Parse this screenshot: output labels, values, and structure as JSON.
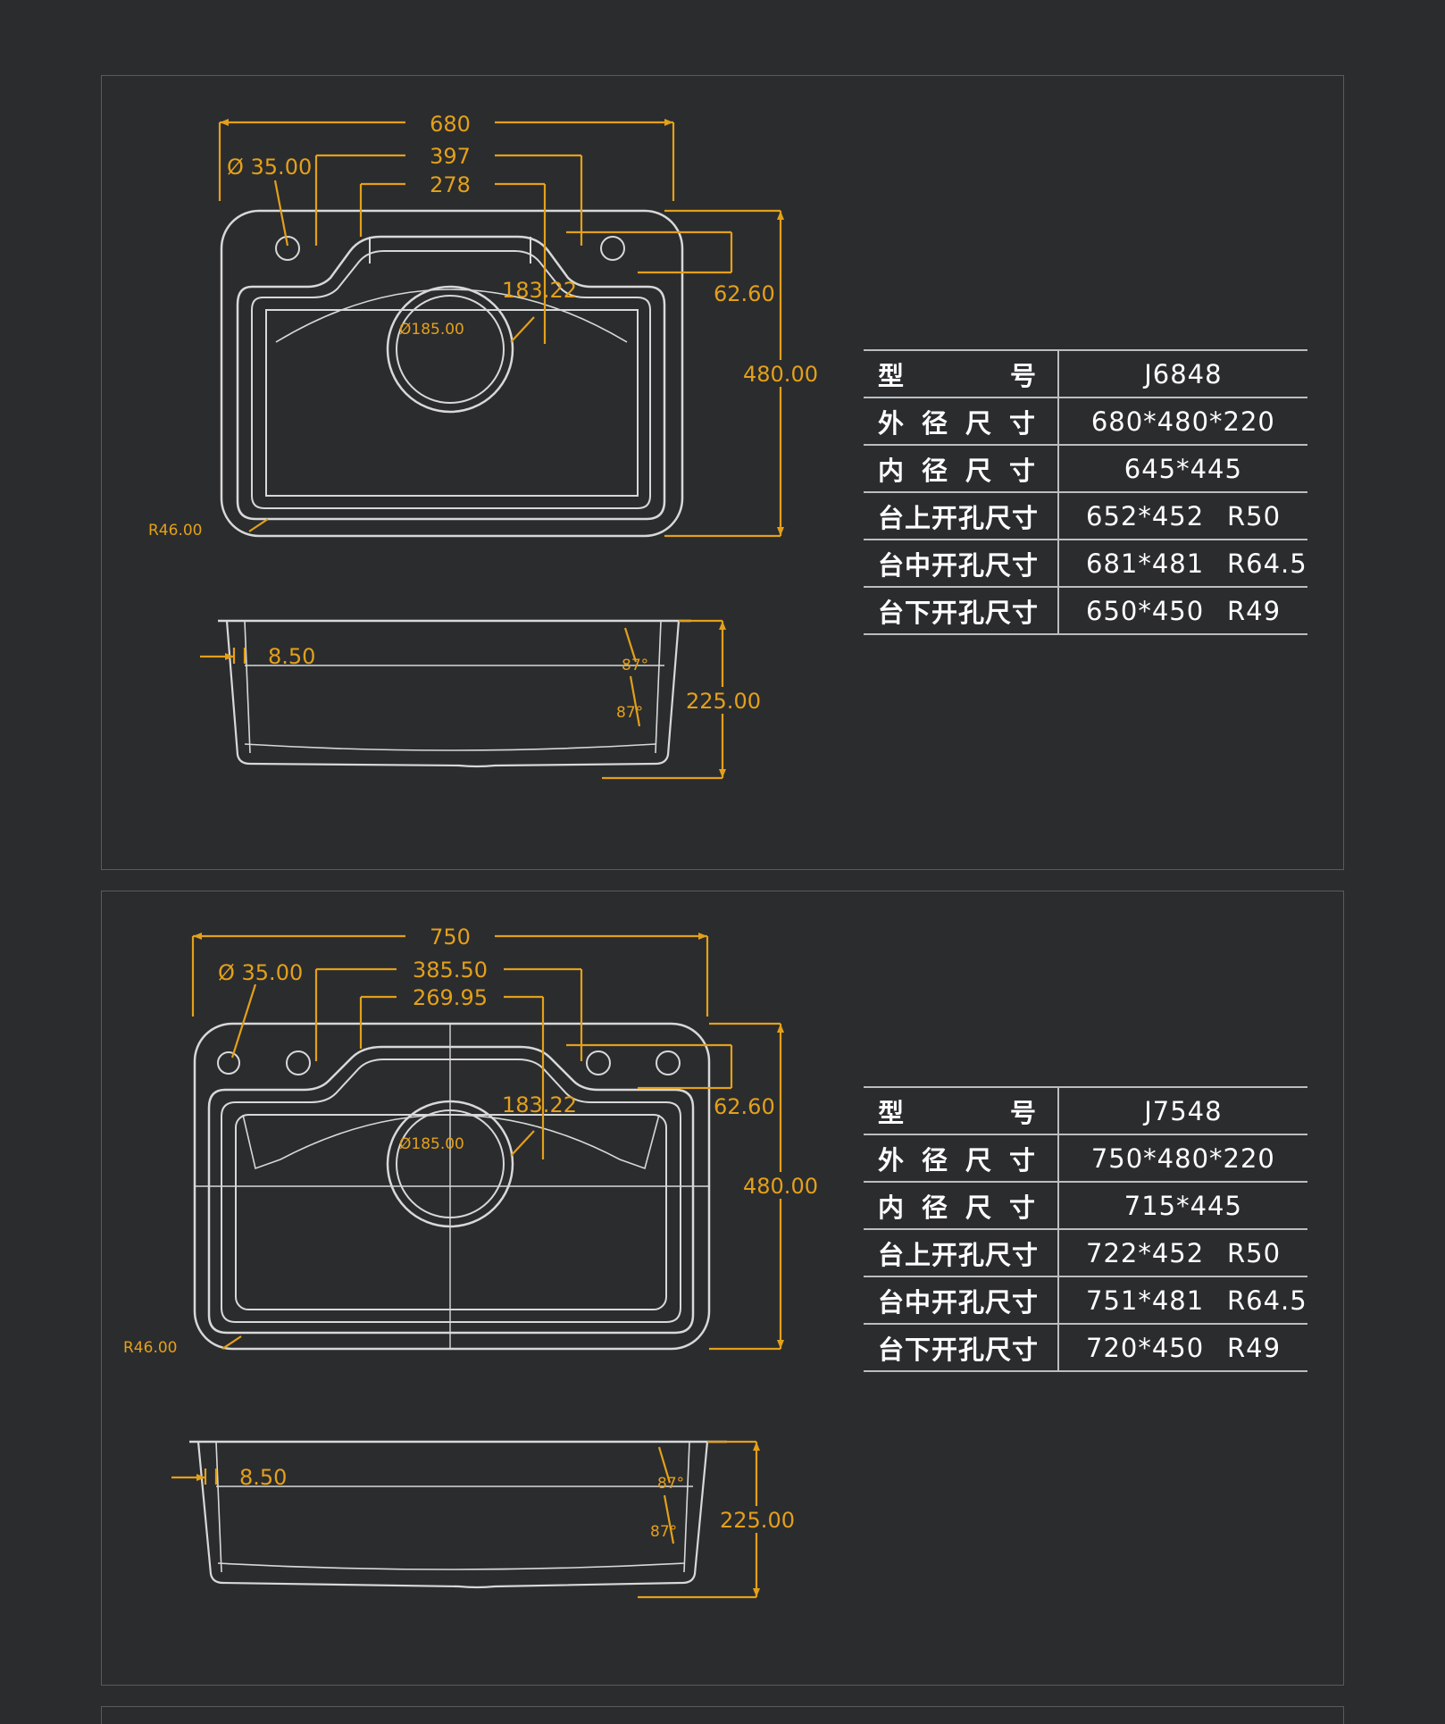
{
  "colors": {
    "background": "#2b2c2e",
    "dimension": "#e3a01a",
    "outline": "#d8d8d8",
    "text": "#ffffff"
  },
  "products": [
    {
      "dims": {
        "overall_width": "680",
        "holes_span": "397",
        "inner_span": "278",
        "tap_hole": "Ø 35.00",
        "drain": "Ø185.00",
        "shelf_depth": "183.22",
        "back_ledge": "62.60",
        "overall_depth": "480.00",
        "corner_radius": "R46.00",
        "rim_thickness": "8.50",
        "wall_angle_1": "87°",
        "wall_angle_2": "87°",
        "bowl_depth": "225.00"
      },
      "spec": {
        "model_label_left": "型",
        "model_label_right": "号",
        "model": "J6848",
        "outer_label": "外径尺寸",
        "outer": "680*480*220",
        "inner_label": "内径尺寸",
        "inner": "645*445",
        "top_label": "台上开孔尺寸",
        "top_size": "652*452",
        "top_r": "R50",
        "mid_label": "台中开孔尺寸",
        "mid_size": "681*481",
        "mid_r": "R64.5",
        "under_label": "台下开孔尺寸",
        "under_size": "650*450",
        "under_r": "R49"
      }
    },
    {
      "dims": {
        "overall_width": "750",
        "holes_span": "385.50",
        "inner_span": "269.95",
        "tap_hole": "Ø 35.00",
        "drain": "Ø185.00",
        "shelf_depth": "183.22",
        "back_ledge": "62.60",
        "overall_depth": "480.00",
        "corner_radius": "R46.00",
        "rim_thickness": "8.50",
        "wall_angle_1": "87°",
        "wall_angle_2": "87°",
        "bowl_depth": "225.00"
      },
      "spec": {
        "model_label_left": "型",
        "model_label_right": "号",
        "model": "J7548",
        "outer_label": "外径尺寸",
        "outer": "750*480*220",
        "inner_label": "内径尺寸",
        "inner": "715*445",
        "top_label": "台上开孔尺寸",
        "top_size": "722*452",
        "top_r": "R50",
        "mid_label": "台中开孔尺寸",
        "mid_size": "751*481",
        "mid_r": "R64.5",
        "under_label": "台下开孔尺寸",
        "under_size": "720*450",
        "under_r": "R49"
      }
    }
  ]
}
